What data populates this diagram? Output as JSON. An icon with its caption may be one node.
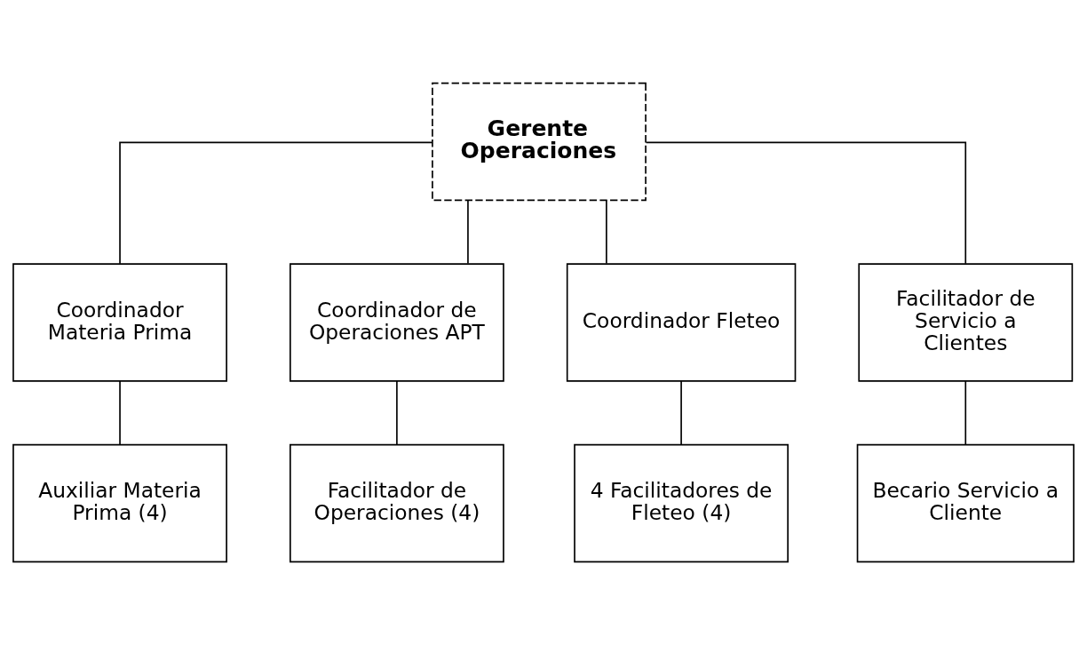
{
  "diagram": {
    "nodes": [
      {
        "text": [
          "Gerente Operaciones"
        ]
      },
      {
        "text": [
          "Coordinador Materia Prima"
        ]
      },
      {
        "text": [
          "Coordinador de Operaciones APT"
        ]
      },
      {
        "text": [
          "Coordinador Fleteo"
        ]
      },
      {
        "text": [
          "Facilitador de Servicio a Clientes"
        ]
      },
      {
        "text": [
          "Auxiliar Materia Prima (4)"
        ]
      },
      {
        "text": [
          "Facilitador de Operaciones (4)"
        ]
      },
      {
        "text": [
          "4 Facilitadores de Fleteo (4)"
        ]
      },
      {
        "text": [
          "Becario Servicio a Cliente"
        ]
      }
    ],
    "edges": [
      {
        "from": 0,
        "to": 1,
        "arrow": "none"
      },
      {
        "from": 0,
        "to": 2,
        "arrow": "none"
      },
      {
        "from": 0,
        "to": 3,
        "arrow": "none"
      },
      {
        "from": 0,
        "to": 4,
        "arrow": "none"
      },
      {
        "from": 1,
        "to": 5,
        "arrow": "none"
      },
      {
        "from": 2,
        "to": 6,
        "arrow": "none"
      },
      {
        "from": 3,
        "to": 7,
        "arrow": "none"
      },
      {
        "from": 4,
        "to": 8,
        "arrow": "none"
      }
    ]
  }
}
